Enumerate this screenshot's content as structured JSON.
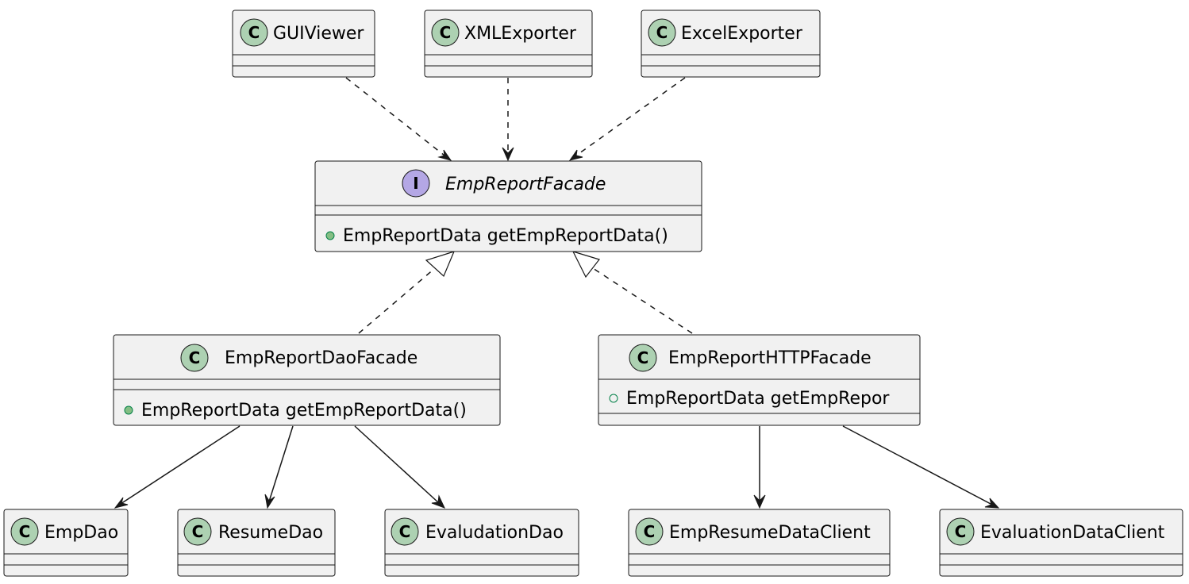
{
  "diagram": {
    "classes": [
      {
        "id": "gui",
        "name": "GUIViewer",
        "stereotype": "C"
      },
      {
        "id": "xml",
        "name": "XMLExporter",
        "stereotype": "C"
      },
      {
        "id": "excel",
        "name": "ExcelExporter",
        "stereotype": "C"
      },
      {
        "id": "facade",
        "name": "EmpReportFacade",
        "stereotype": "I",
        "members": [
          "EmpReportData getEmpReportData()"
        ]
      },
      {
        "id": "daofacade",
        "name": "EmpReportDaoFacade",
        "stereotype": "C",
        "members": [
          "EmpReportData getEmpReportData()"
        ]
      },
      {
        "id": "httpfacade",
        "name": "EmpReportHTTPFacade",
        "stereotype": "C",
        "members": [
          "EmpReportData getEmpRepor"
        ]
      },
      {
        "id": "empdao",
        "name": "EmpDao",
        "stereotype": "C"
      },
      {
        "id": "resumedao",
        "name": "ResumeDao",
        "stereotype": "C"
      },
      {
        "id": "evaldao",
        "name": "EvaludationDao",
        "stereotype": "C"
      },
      {
        "id": "empresume",
        "name": "EmpResumeDataClient",
        "stereotype": "C"
      },
      {
        "id": "evalclient",
        "name": "EvaluationDataClient",
        "stereotype": "C"
      }
    ],
    "colors": {
      "class_badge": "#add1b2",
      "interface_badge": "#b4a7e5",
      "box_fill": "#f1f1f1",
      "stroke": "#181818",
      "public_marker": "#84be84"
    },
    "relations": [
      {
        "from": "gui",
        "to": "facade",
        "kind": "dependency"
      },
      {
        "from": "xml",
        "to": "facade",
        "kind": "dependency"
      },
      {
        "from": "excel",
        "to": "facade",
        "kind": "dependency"
      },
      {
        "from": "daofacade",
        "to": "facade",
        "kind": "realization"
      },
      {
        "from": "httpfacade",
        "to": "facade",
        "kind": "realization"
      },
      {
        "from": "daofacade",
        "to": "empdao",
        "kind": "association"
      },
      {
        "from": "daofacade",
        "to": "resumedao",
        "kind": "association"
      },
      {
        "from": "daofacade",
        "to": "evaldao",
        "kind": "association"
      },
      {
        "from": "httpfacade",
        "to": "empresume",
        "kind": "association"
      },
      {
        "from": "httpfacade",
        "to": "evalclient",
        "kind": "association"
      }
    ]
  }
}
